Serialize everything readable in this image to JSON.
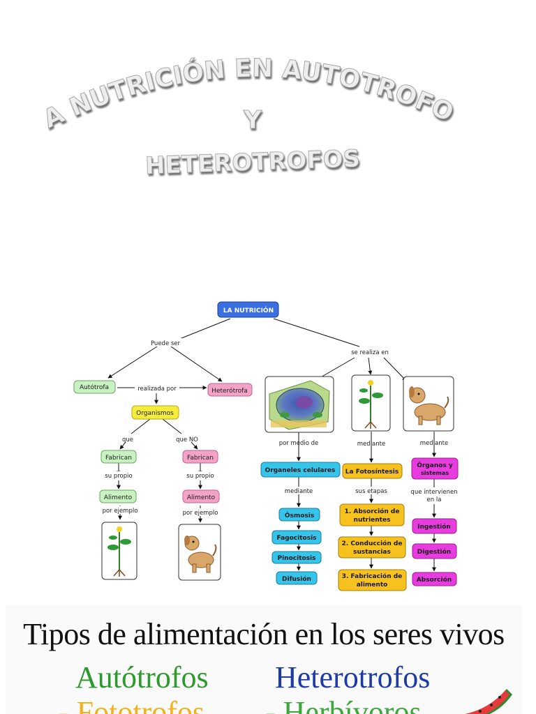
{
  "title": {
    "line1": "LA NUTRICIÓN EN AUTOTROFOS",
    "line2": "Y",
    "line3": "HETEROTROFOS"
  },
  "concept_map": {
    "nodes": {
      "root": "LA NUTRICIÓN",
      "autotrofa": "Autótrofa",
      "heterotrofa": "Heterótrofa",
      "organismos": "Organismos",
      "fabrican_a": "Fabrican",
      "fabrican_h": "Fabrican",
      "alimento_a": "Alimento",
      "alimento_h": "Alimento",
      "organelos": "Organeles celulares",
      "fotosintesis": "La Fotosíntesis",
      "organos_1": "Órganos y",
      "organos_2": "sistemas",
      "osmosis": "Ósmosis",
      "fagocitosis": "Fagocitosis",
      "pinocitosis": "Pinocitosis",
      "difusion": "Difusión",
      "paso1_1": "1. Absorción de",
      "paso1_2": "nutrientes",
      "paso2_1": "2. Conducción de",
      "paso2_2": "sustancias",
      "paso3_1": "3. Fabricación de",
      "paso3_2": "alimento",
      "ingestion": "Ingestión",
      "digestion": "Digestión",
      "absorcion": "Absorción"
    },
    "labels": {
      "puede_ser": "Puede ser",
      "se_realiza_en": "se realiza en",
      "realizada_por": "realizada por",
      "que": "que",
      "que_no": "que NO",
      "su_propio_a": "su propio",
      "su_propio_h": "su propio",
      "por_ejemplo_a": "por ejemplo",
      "por_ejemplo_h": "por ejemplo",
      "por_medio_de": "por medio de",
      "mediante_1": "mediante",
      "mediante_2": "mediante",
      "mediante_3": "mediante",
      "sus_etapas": "sus etapas",
      "que_intervienen_1": "que intervienen",
      "que_intervienen_2": "en la"
    },
    "icons": [
      "plant-icon",
      "cell-icon",
      "dog-icon"
    ],
    "colors": {
      "blue": "#3a6fe0",
      "green": "#c9f2c2",
      "pink": "#f4a3c8",
      "yellow": "#f6ec3b",
      "cyan": "#35c4ea",
      "orange": "#f7c21e",
      "magenta": "#e83be0"
    }
  },
  "bottom": {
    "heading": "Tipos de alimentación en los seres vivos",
    "col1_title": "Autótrofos",
    "col2_title": "Heterotrofos",
    "col1_item": "- Fototrofos",
    "col2_item": "- Herbívoros",
    "colors": {
      "autotrofos": "#2d9a2d",
      "heterotrofos": "#1c3aa8",
      "fototrofos": "#f2b21a",
      "herbivoros": "#3aa83a"
    },
    "icon": "watermelon-icon"
  }
}
